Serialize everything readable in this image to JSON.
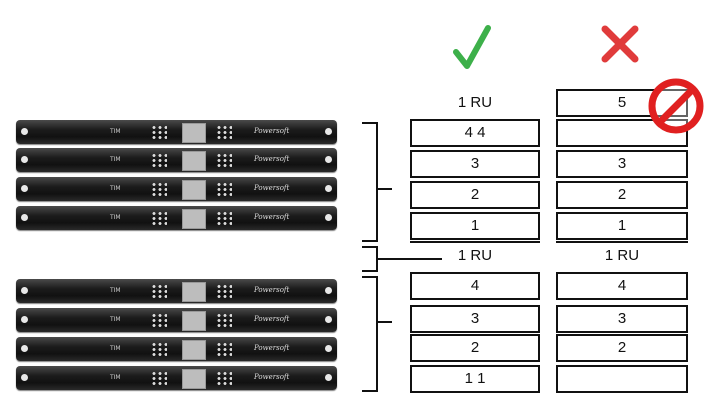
{
  "valid_column": {
    "icon": "checkmark-icon",
    "icon_color": "#3db04a",
    "top_spacer_label": "1 RU",
    "stack_top": [
      "4 4",
      "3",
      "2",
      "1"
    ],
    "middle_spacer_label": "1 RU",
    "stack_bottom": [
      "4",
      "3",
      "2",
      "1 1"
    ]
  },
  "invalid_column": {
    "icon": "x-mark-icon",
    "icon_color": "#e03b3b",
    "prohibited_icon": "no-entry-icon",
    "prohibited_color": "#e02020",
    "stack_top": [
      "5",
      "",
      "3",
      "2",
      "1"
    ],
    "middle_spacer_label": "1 RU",
    "stack_bottom": [
      "4",
      "3",
      "2",
      ""
    ]
  },
  "device_badge": "TIM",
  "device_logo": "Powersoft"
}
